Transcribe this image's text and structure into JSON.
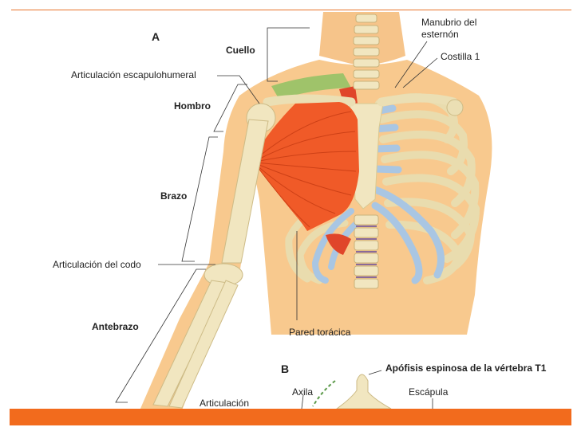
{
  "panel_a": {
    "letter": "A",
    "labels": {
      "cuello": "Cuello",
      "hombro": "Hombro",
      "brazo": "Brazo",
      "antebrazo": "Antebrazo",
      "articulacion_escapulohumeral": "Articulación escapulohumeral",
      "articulacion_del_codo": "Articulación del codo",
      "manubrio_line1": "Manubrio del",
      "manubrio_line2": "esternón",
      "costilla": "Costilla 1",
      "pared_toracica": "Pared torácica"
    }
  },
  "panel_b": {
    "letter": "B",
    "labels": {
      "apofisis": "Apófisis espinosa de la vértebra T1",
      "axila": "Axila",
      "escapula": "Escápula",
      "articulacion": "Articulación"
    }
  },
  "colors": {
    "accent_orange": "#f26b1d",
    "skin": "#f8c98e",
    "bone": "#f1e6c0",
    "muscle": "#f05a28",
    "cartilage": "#a9c6e3",
    "neck_green": "#9fc36a"
  }
}
